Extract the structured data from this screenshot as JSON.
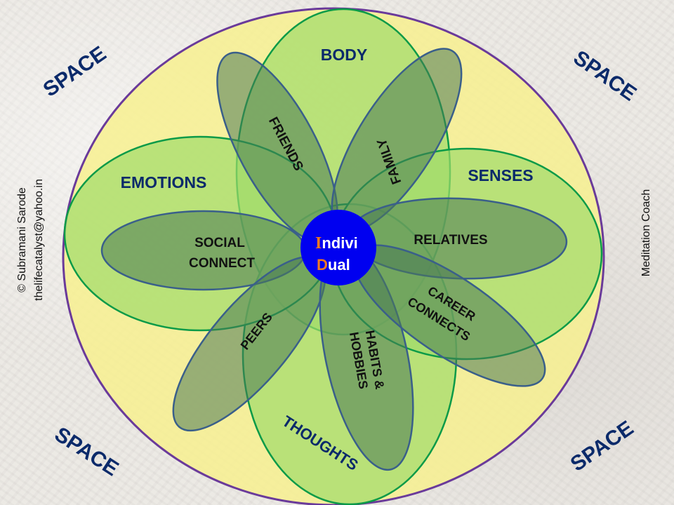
{
  "diagram": {
    "title": "Individual and surrounding circles of life",
    "center": {
      "line1_initial": "I",
      "line1_rest": "ndivi",
      "line2_initial": "D",
      "line2_rest": "ual"
    },
    "outer_label": "SPACE",
    "space_labels": [
      "SPACE",
      "SPACE",
      "SPACE",
      "SPACE"
    ],
    "domains": [
      {
        "id": "body",
        "label": "BODY"
      },
      {
        "id": "emotions",
        "label": "EMOTIONS"
      },
      {
        "id": "senses",
        "label": "SENSES"
      },
      {
        "id": "thoughts",
        "label": "THOUGHTS"
      }
    ],
    "petals": [
      {
        "id": "friends",
        "label": "FRIENDS"
      },
      {
        "id": "family",
        "label": "FAMILY"
      },
      {
        "id": "social",
        "line1": "SOCIAL",
        "line2": "CONNECT"
      },
      {
        "id": "relatives",
        "label": "RELATIVES"
      },
      {
        "id": "peers",
        "label": "PEERS"
      },
      {
        "id": "habits",
        "line1": "HABITS &",
        "line2": "HOBBIES"
      },
      {
        "id": "career",
        "line1": "CAREER",
        "line2": "CONNECTS"
      }
    ],
    "colors": {
      "outer_fill": "#f7f08f",
      "outer_stroke": "#6a3a9a",
      "domain_fill": "#9fdc6a",
      "domain_stroke": "#0a9a48",
      "petal_fill": "#4a7a55",
      "petal_stroke": "#3a5f8a",
      "center_fill": "#0000f0",
      "initial_color": "#f07820"
    }
  },
  "credits": {
    "author": "© Subramani  Sarode",
    "email": "thelifecatalyst@yahoo.in",
    "role": "Meditation  Coach"
  }
}
